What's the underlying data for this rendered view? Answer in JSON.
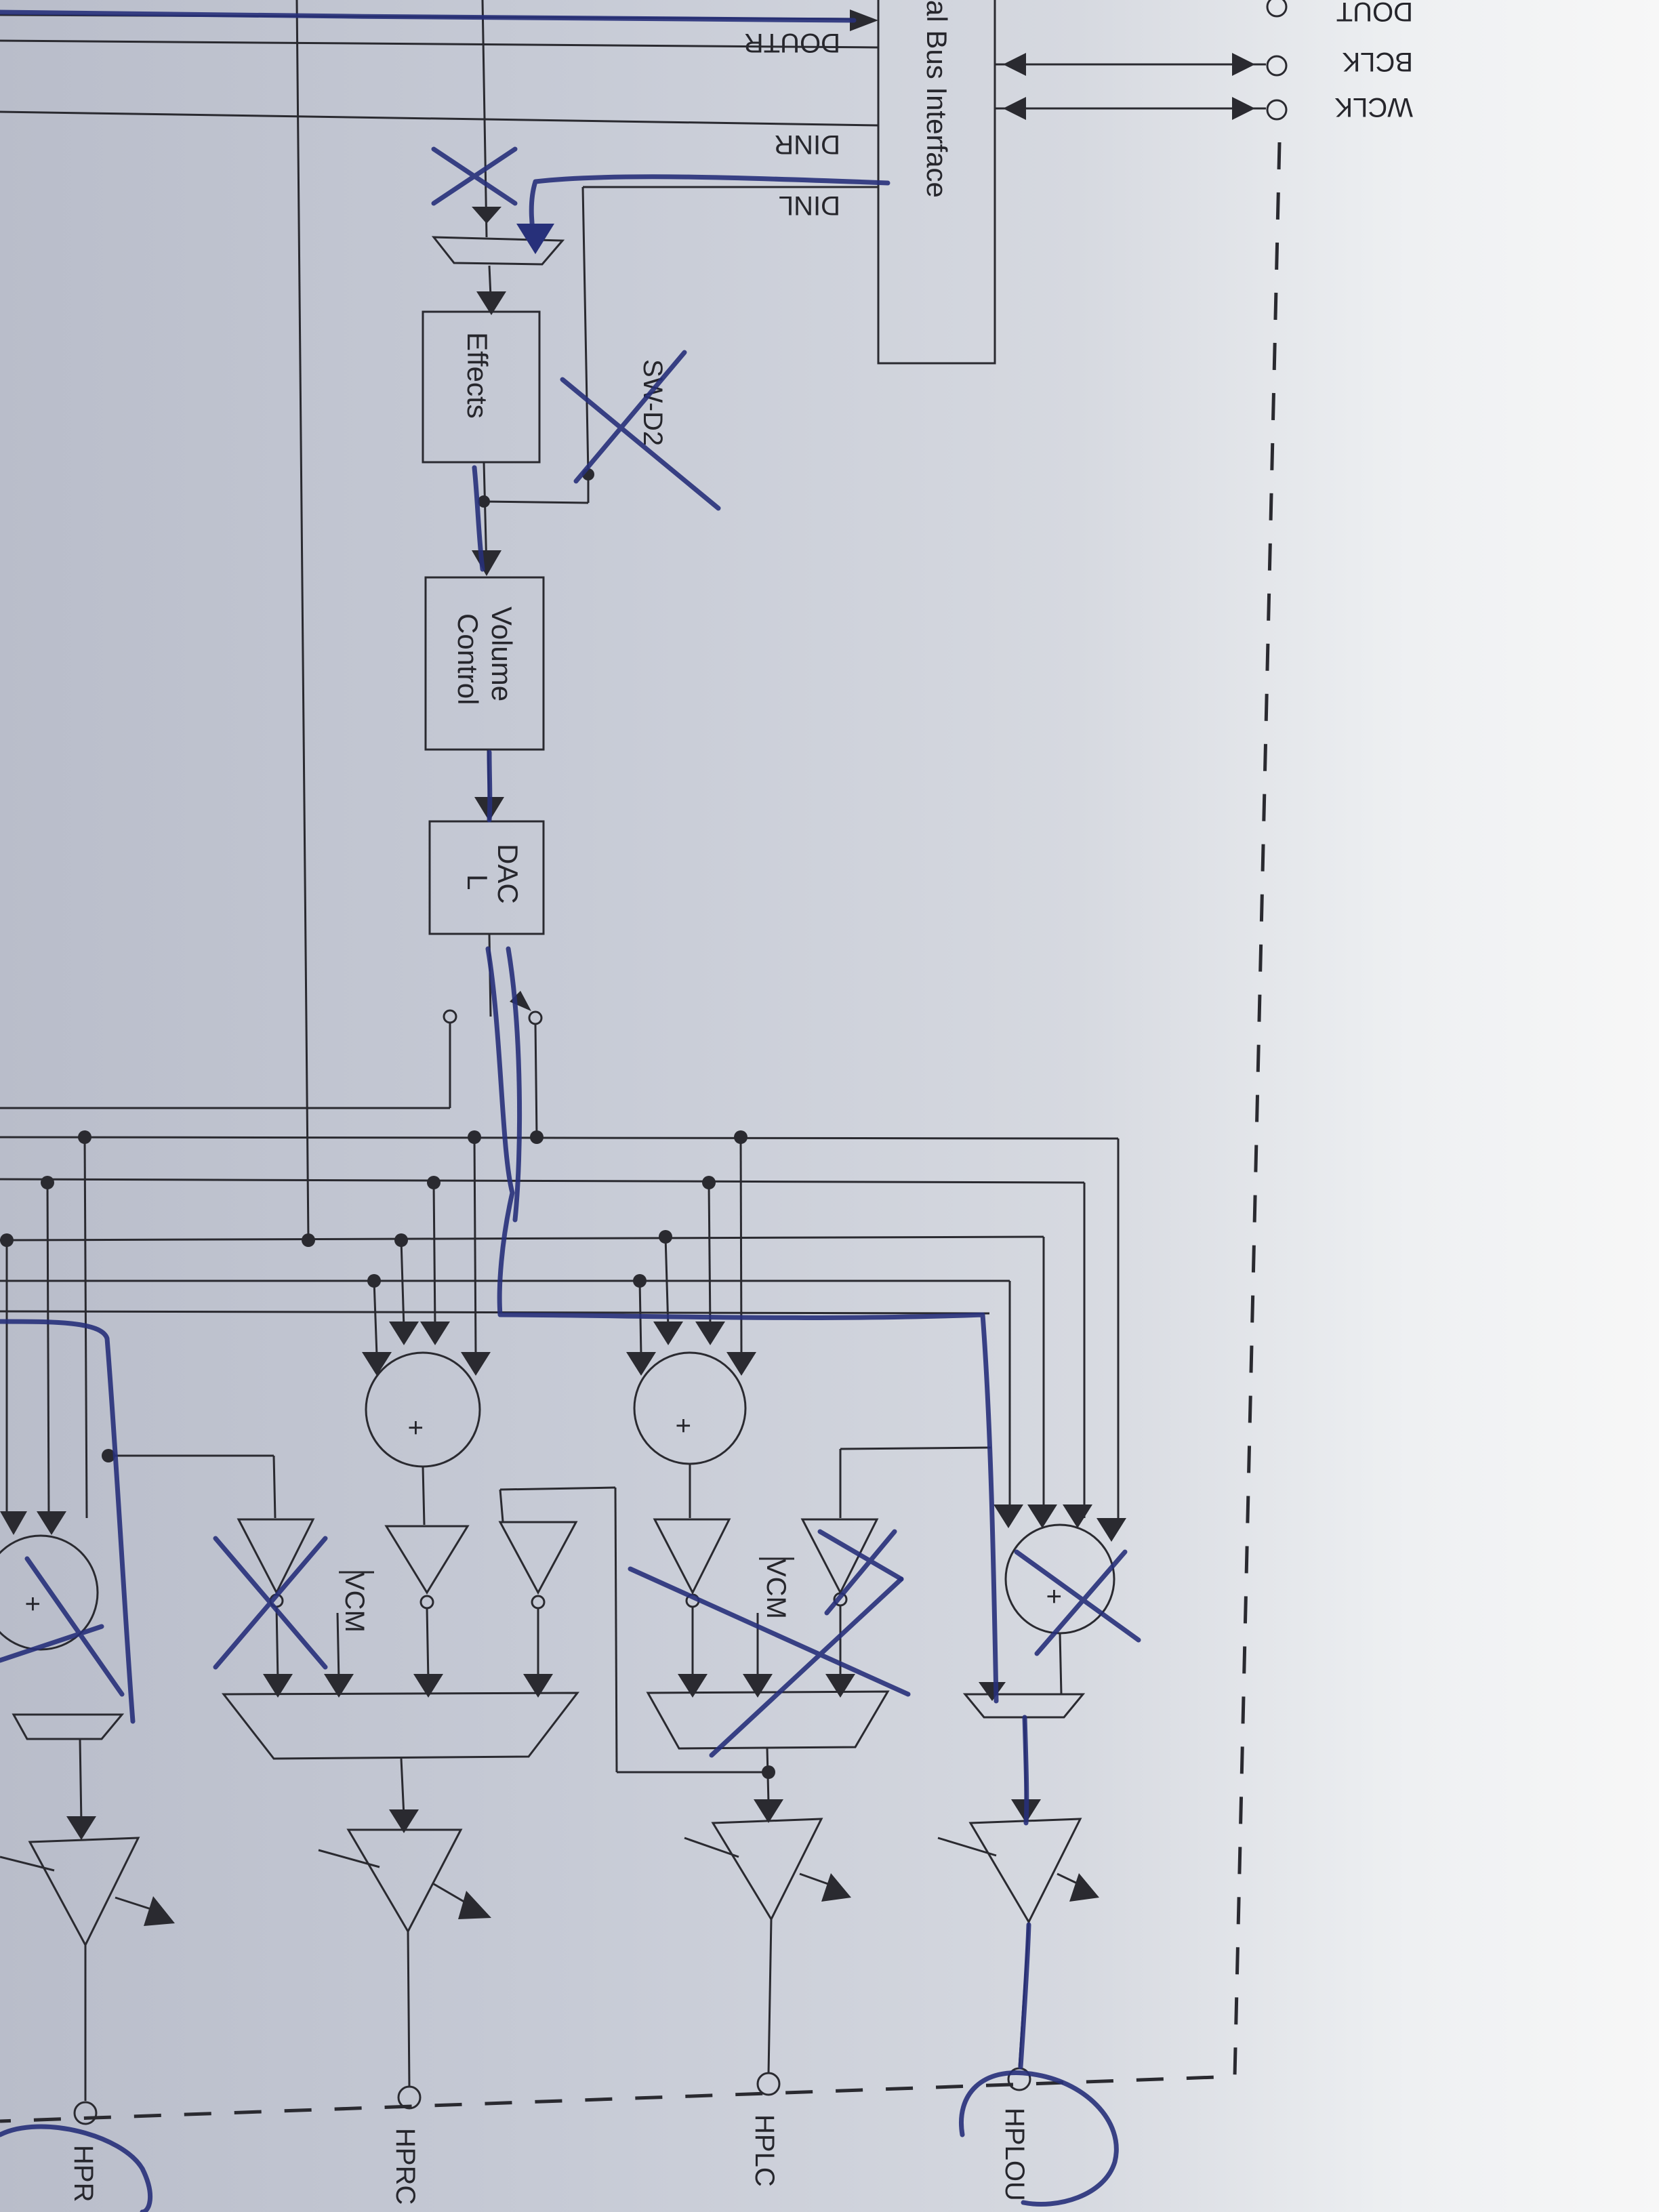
{
  "labels": {
    "dout_top": "DOUT",
    "doutr": "DOUTR",
    "dinr": "DINR",
    "dinl": "DINL",
    "bclk": "BCLK",
    "wclk": "WCLK",
    "bus_interface": "al Bus Interface",
    "effects": "Effects",
    "volume_line1": "Volume",
    "volume_line2": "Control",
    "dac_line1": "DAC",
    "dac_line2": "L",
    "sw_d2": "SW-D2",
    "vcm_left": "VCM",
    "vcm_right": "VCM",
    "plus": "+",
    "hplout": "HPLOU",
    "hplcom": "HPLC",
    "hprcom": "HPRC",
    "hprout": "HPR"
  }
}
